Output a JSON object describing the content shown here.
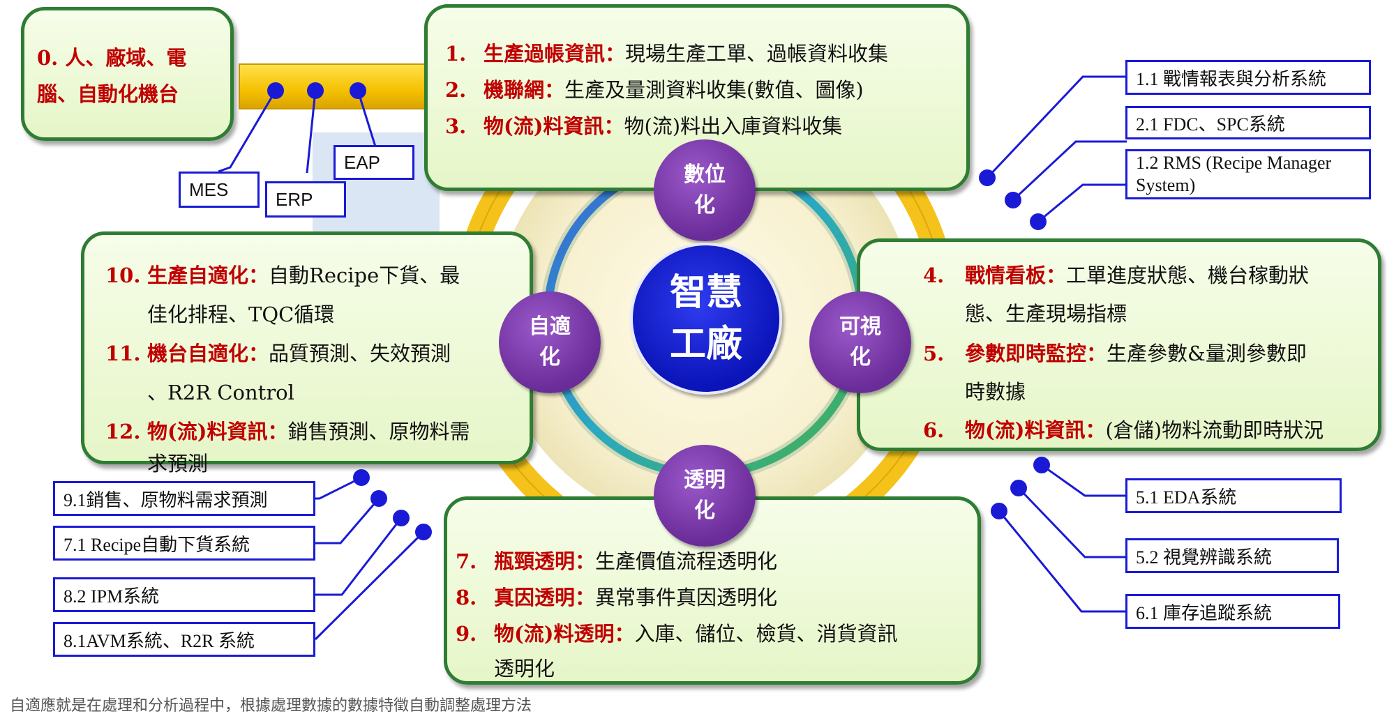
{
  "center": {
    "line1": "智慧",
    "line2": "工廠"
  },
  "nodes": {
    "digital": {
      "line1": "數位",
      "line2": "化"
    },
    "visual": {
      "line1": "可視",
      "line2": "化"
    },
    "transparent": {
      "line1": "透明",
      "line2": "化"
    },
    "adaptive": {
      "line1": "自適",
      "line2": "化"
    }
  },
  "box0": {
    "line1": "0. 人、廠域、電",
    "line2": "腦、自動化機台"
  },
  "top_items": [
    {
      "num": "1.",
      "title": "生產過帳資訊",
      "sep": "：",
      "text": "現場生產工單、過帳資料收集"
    },
    {
      "num": "2.",
      "title": "機聯網",
      "sep": "：",
      "text": "生產及量測資料收集(數值、圖像)"
    },
    {
      "num": "3.",
      "title": "物(流)料資訊",
      "sep": "：",
      "text": "物(流)料出入庫資料收集"
    }
  ],
  "right_items": [
    {
      "num": "4.",
      "title": "戰情看板",
      "sep": "：",
      "text": "工單進度狀態、機台稼動狀",
      "cont": "態、生產現場指標"
    },
    {
      "num": "5.",
      "title": "參數即時監控",
      "sep": "：",
      "text": "生產參數&量測參數即",
      "cont": "時數據"
    },
    {
      "num": "6.",
      "title": "物(流)料資訊",
      "sep": "：",
      "text": "(倉儲)物料流動即時狀況"
    }
  ],
  "bottom_items": [
    {
      "num": "7.",
      "title": "瓶頸透明",
      "sep": "：",
      "text": "生產價值流程透明化"
    },
    {
      "num": "8.",
      "title": "真因透明",
      "sep": "：",
      "text": "異常事件真因透明化"
    },
    {
      "num": "9.",
      "title": "物(流)料透明",
      "sep": "：",
      "text": "入庫、儲位、檢貨、消貨資訊",
      "cont": "透明化"
    }
  ],
  "left_items": [
    {
      "num": "10.",
      "title": "生產自適化",
      "sep": "：",
      "text": "自動Recipe下貨、最",
      "cont": "佳化排程、TQC循環"
    },
    {
      "num": "11.",
      "title": "機台自適化",
      "sep": "：",
      "text": "品質預測、失效預測",
      "cont": "、R2R Control"
    },
    {
      "num": "12.",
      "title": "物(流)料資訊",
      "sep": "：",
      "text": "銷售預測、原物料需",
      "cont": "求預測"
    }
  ],
  "systems": {
    "mes": "MES",
    "erp": "ERP",
    "eap": "EAP",
    "s1_1": "1.1 戰情報表與分析系統",
    "s2_1": "2.1 FDC、SPC系統",
    "s1_2_a": "1.2 RMS (Recipe Manager",
    "s1_2_b": "System)",
    "s5_1": "5.1 EDA系統",
    "s5_2": "5.2 視覺辨識系統",
    "s6_1": "6.1 庫存追蹤系統",
    "s9_1": "9.1銷售、原物料需求預測",
    "s7_1": "7.1 Recipe自動下貨系統",
    "s8_2": "8.2 IPM系統",
    "s8_1": "8.1AVM系統、R2R 系統"
  },
  "caption": "自適應就是在處理和分析過程中，根據處理數據的數據特徵自動調整處理方法",
  "colors": {
    "box_border": "#2e7d32",
    "highlight": "#c00000",
    "system_border": "#1a1ad6",
    "node": "#7a3aa8",
    "center": "#0a14b8",
    "ring": "#f4c21a"
  }
}
